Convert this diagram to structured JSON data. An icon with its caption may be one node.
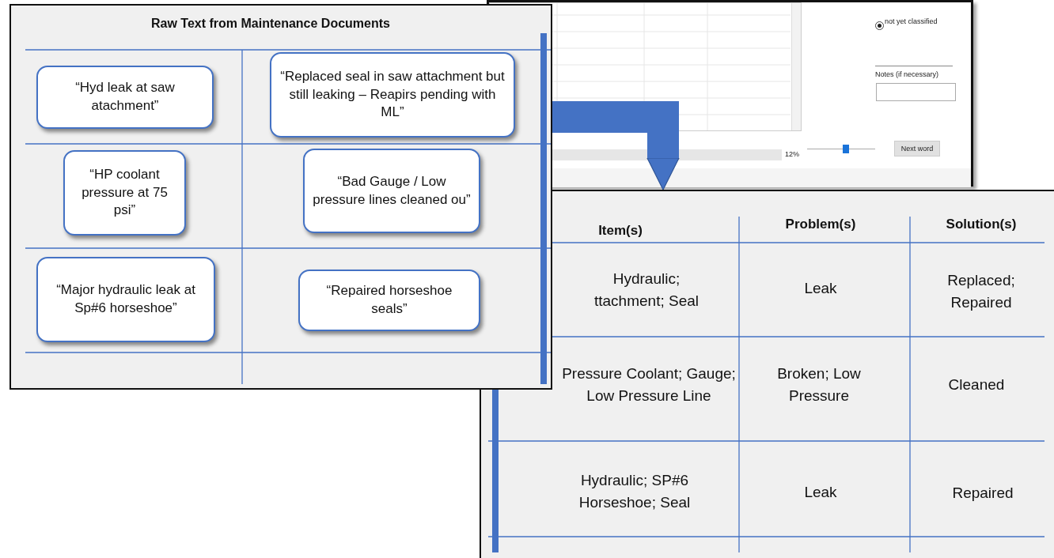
{
  "diagram": {
    "nodes": [
      {
        "text": [
          "Raw Text from Maintenance Documents"
        ]
      },
      {
        "text": [
          "“Hyd leak at saw atachment”"
        ],
        "in": 0
      },
      {
        "text": [
          "“Replaced seal in saw attachment but still leaking – Reapirs pending with ML”"
        ],
        "in": 0
      },
      {
        "text": [
          "“HP coolant pressure at 75 psi”"
        ],
        "in": 0
      },
      {
        "text": [
          "“Bad Gauge / Low pressure lines cleaned ou”"
        ],
        "in": 0
      },
      {
        "text": [
          "“Major hydraulic leak at Sp#6 horseshoe”"
        ],
        "in": 0
      },
      {
        "text": [
          "“Repaired horseshoe seals”"
        ],
        "in": 0
      },
      {
        "text": [],
        "shape": "box"
      }
    ],
    "edges": [
      {
        "from": 0,
        "to": 7,
        "arrow": "to"
      }
    ],
    "labels": [
      "not yet classified",
      "Notes (if necessary)",
      "12%",
      "Next word",
      "Item(s)",
      "Problem(s)",
      "Solution(s)",
      "Hydraulic; ttachment; Seal",
      "Leak",
      "Replaced; Repaired",
      "Pressure Coolant; Gauge; Low Pressure Line",
      "Broken; Low Pressure",
      "Cleaned",
      "Hydraulic; SP#6 Horseshoe; Seal",
      "Leak",
      "Repaired"
    ]
  }
}
